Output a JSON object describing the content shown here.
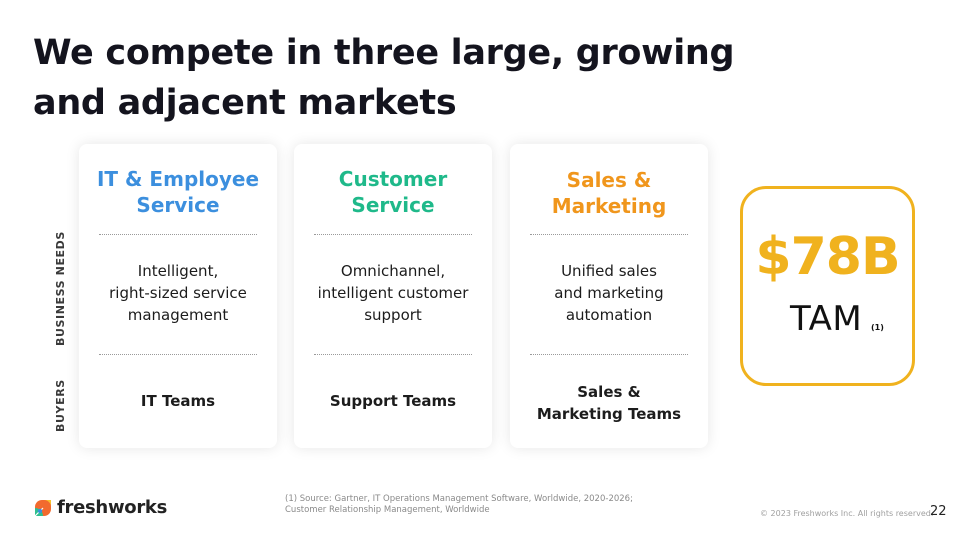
{
  "slide": {
    "title": "We compete in three large, growing and adjacent markets",
    "side_labels": {
      "business_needs": "BUSINESS NEEDS",
      "buyers": "BUYERS"
    },
    "cards": [
      {
        "title": "IT & Employee\nService",
        "color": "#3c8fde",
        "need": "Intelligent,\nright-sized service\nmanagement",
        "buyer": "IT Teams"
      },
      {
        "title": "Customer\nService",
        "color": "#1fb98a",
        "need": "Omnichannel,\nintelligent customer\nsupport",
        "buyer": "Support Teams"
      },
      {
        "title": "Sales &\nMarketing",
        "color": "#f0961c",
        "need": "Unified sales\nand marketing\nautomation",
        "buyer": "Sales &\nMarketing Teams"
      }
    ],
    "tam": {
      "value": "$78B",
      "label": "TAM",
      "note": "(1)",
      "color": "#f0b21e"
    },
    "footer": {
      "logo_text": "freshworks",
      "logo_icon": "freshworks-logo-icon",
      "source": "(1) Source: Gartner, IT Operations Management Software, Worldwide, 2020-2026; Customer Relationship Management, Worldwide",
      "copyright": "© 2023 Freshworks Inc. All rights reserved.",
      "page_number": "22"
    }
  }
}
